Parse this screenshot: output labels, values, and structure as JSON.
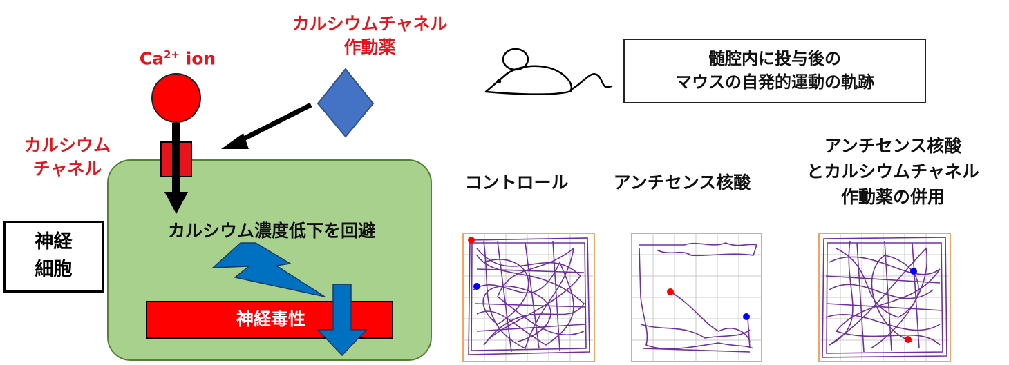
{
  "labels": {
    "ca_ion_prefix": "Ca",
    "ca_ion_superscript": "2+",
    "ca_ion_suffix": " ion",
    "activator_line1": "カルシウムチャネル",
    "activator_line2": "作動薬",
    "channel_line1": "カルシウム",
    "channel_line2": "チャネル",
    "neuron_line1": "神経",
    "neuron_line2": "細胞",
    "avoid_text": "カルシウム濃度低下を回避",
    "toxicity": "神経毒性",
    "info_line1": "髄腔内に投与後の",
    "info_line2": "マウスの自発的運動の軌跡",
    "group_control": "コントロール",
    "group_antisense": "アンチセンス核酸",
    "group_combo_line1": "アンチセンス核酸",
    "group_combo_line2": "とカルシウムチャネル",
    "group_combo_line3": "作動薬の併用"
  },
  "colors": {
    "red_text": "#e8141b",
    "ion_fill": "#ff0000",
    "agonist_fill": "#4472c4",
    "cell_fill": "#a9d18e",
    "cell_border": "#538135",
    "lightning_fill": "#0070c0",
    "down_arrow_fill": "#0070c0",
    "track_color": "#7030a0",
    "arena_border": "#f4a460"
  },
  "icons": {
    "mouse": "mouse-icon",
    "lightning": "lightning-icon",
    "down_arrow": "down-arrow-icon"
  }
}
